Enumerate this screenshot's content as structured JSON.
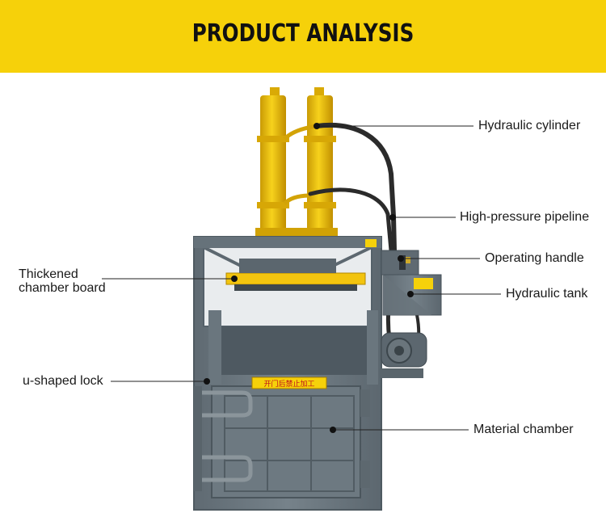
{
  "header": {
    "title": "PRODUCT ANALYSIS",
    "background": "#f6d10a"
  },
  "machine": {
    "warning_plate": "开门后禁止加工",
    "colors": {
      "body": "#6f7b83",
      "cylinder": "#f2c40f",
      "hose": "#2b2b2b"
    }
  },
  "callouts": {
    "hydraulic_cylinder": "Hydraulic cylinder",
    "high_pressure_pipeline": "High-pressure pipeline",
    "operating_handle": "Operating handle",
    "hydraulic_tank": "Hydraulic tank",
    "thickened_chamber_board_line1": "Thickened",
    "thickened_chamber_board_line2": "chamber board",
    "u_shaped_lock": "u-shaped lock",
    "material_chamber": "Material chamber"
  }
}
